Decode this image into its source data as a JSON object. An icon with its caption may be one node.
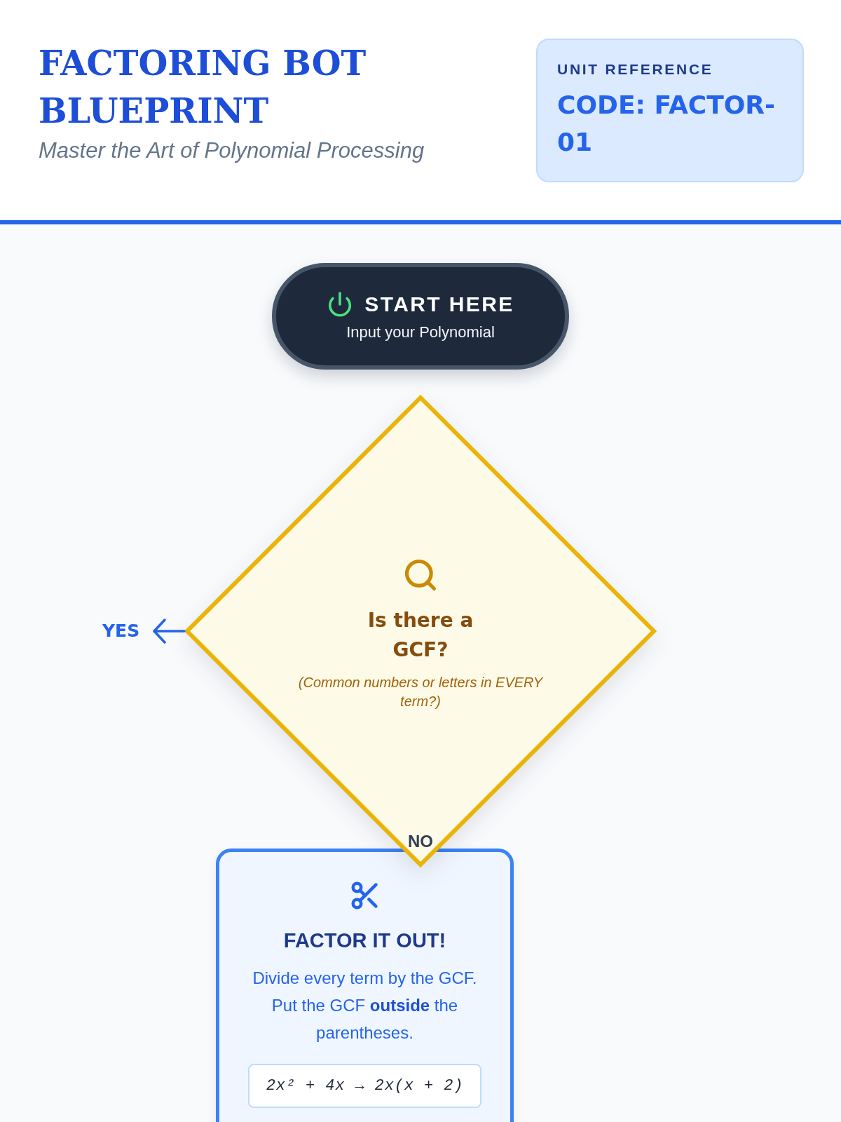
{
  "diagram": {
    "title": "FACTORING BOT BLUEPRINT",
    "nodes": [
      {
        "text": [
          "UNIT REFERENCE",
          "CODE: FACTOR-01"
        ]
      },
      {
        "text": [
          "START HERE",
          "Input your Polynomial"
        ]
      },
      {
        "text": [
          "Is there a GCF?",
          "(Common numbers or letters in EVERY term?)"
        ]
      },
      {
        "text": [
          "YES"
        ]
      },
      {
        "text": [
          "FACTOR IT OUT!",
          "Divide every term by the GCF. Put the GCF **outside** the parentheses."
        ]
      },
      {
        "text": [
          "2x² + 4x → 2x(x + 2)"
        ],
        "in": 4
      }
    ],
    "edges": [
      {
        "from": 2,
        "to": 3,
        "arrow": "to"
      }
    ],
    "labels": [
      "Master the Art of Polynomial Processing",
      "NO"
    ]
  }
}
